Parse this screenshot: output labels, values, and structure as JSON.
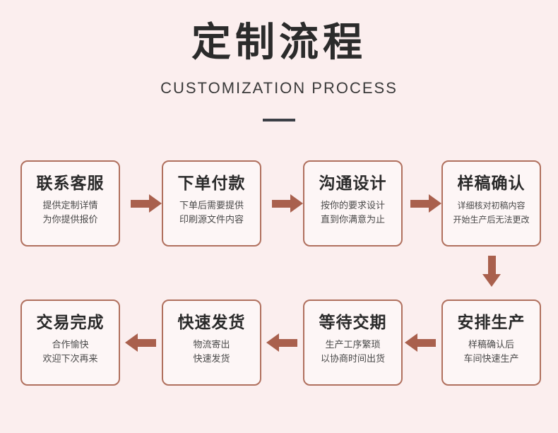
{
  "header": {
    "title": "定制流程",
    "subtitle": "CUSTOMIZATION PROCESS"
  },
  "colors": {
    "background": "#fbeeee",
    "card_background": "#fdf6f6",
    "card_border": "#b0705e",
    "arrow": "#a9604d",
    "title_text": "#2b2b2b",
    "divider": "#3b3f46"
  },
  "steps": [
    {
      "title": "联系客服",
      "line1": "提供定制详情",
      "line2": "为你提供报价"
    },
    {
      "title": "下单付款",
      "line1": "下单后需要提供",
      "line2": "印刷源文件内容"
    },
    {
      "title": "沟通设计",
      "line1": "按你的要求设计",
      "line2": "直到你满意为止"
    },
    {
      "title": "样稿确认",
      "line1": "详细核对初稿内容",
      "line2": "开始生产后无法更改"
    },
    {
      "title": "安排生产",
      "line1": "样稿确认后",
      "line2": "车间快速生产"
    },
    {
      "title": "等待交期",
      "line1": "生产工序繁琐",
      "line2": "以协商时间出货"
    },
    {
      "title": "快速发货",
      "line1": "物流寄出",
      "line2": "快速发货"
    },
    {
      "title": "交易完成",
      "line1": "合作愉快",
      "line2": "欢迎下次再来"
    }
  ]
}
